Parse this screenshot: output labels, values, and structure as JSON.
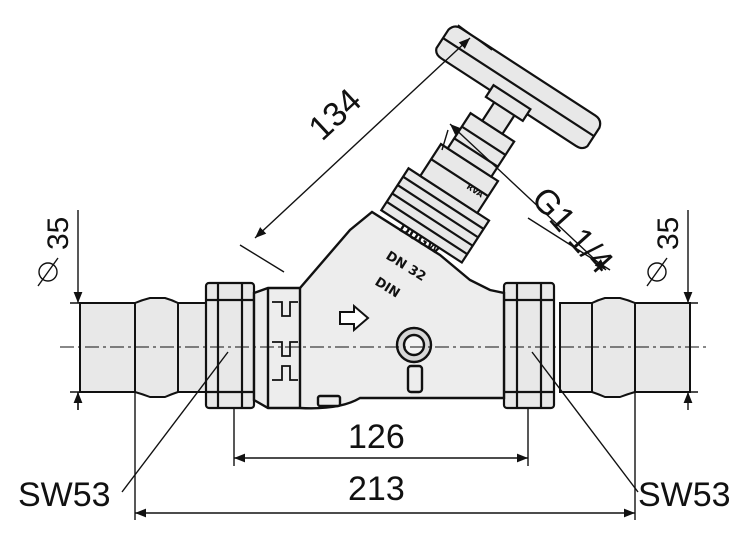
{
  "dimensions": {
    "diagonal_length": "134",
    "inner_length": "126",
    "overall_length": "213",
    "left_diameter": "35",
    "right_diameter": "35",
    "thread": "G1 1/4",
    "left_wrench": "SW53",
    "right_wrench": "SW53"
  },
  "body_marks": {
    "brand": "DUGW",
    "size": "DN 32",
    "standard": "DIN",
    "bonnet": "RVA"
  },
  "colors": {
    "line": "#111111",
    "fill": "#e8e8e8",
    "background": "#ffffff"
  }
}
